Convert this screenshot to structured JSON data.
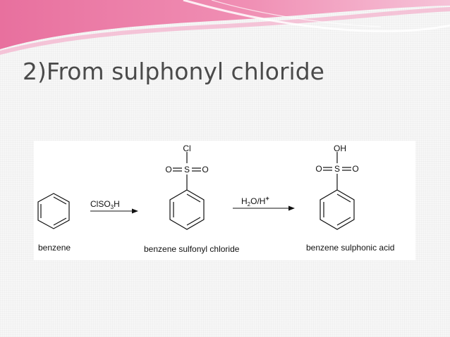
{
  "slide": {
    "title": "2)From sulphonyl chloride"
  },
  "scheme": {
    "reactant_label": "benzene",
    "reagent1": {
      "main": "ClSO",
      "sub": "3",
      "tail": "H"
    },
    "intermediate_label": "benzene sulfonyl chloride",
    "reagent2": {
      "a": "H",
      "sub": "2",
      "b": "O/H",
      "sup": "+"
    },
    "product_label": "benzene sulphonic acid",
    "intermediate_atoms": {
      "top": "Cl",
      "left": "O",
      "center": "S",
      "right": "O"
    },
    "product_atoms": {
      "top": "OH",
      "left": "O",
      "center": "S",
      "right": "O"
    }
  },
  "colors": {
    "banner_pink": "#e8709e",
    "banner_light": "#f4b7cf",
    "title": "#4a4a4a",
    "ink": "#111111"
  }
}
